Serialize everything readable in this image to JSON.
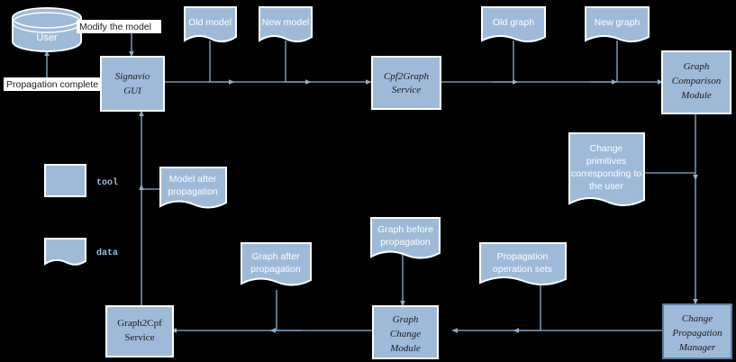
{
  "diagram": {
    "title": "Change propagation architecture flow",
    "background_color": "#000000",
    "node_fill": "#9dbbd8",
    "node_stroke": "#ffffff",
    "edge_color": "#8fb0cd",
    "legend_text_color": "#9dbbd8"
  },
  "legend": {
    "items": [
      {
        "shape": "rectangle",
        "label": "tool"
      },
      {
        "shape": "document",
        "label": "data"
      }
    ]
  },
  "tools": [
    {
      "id": "signavio",
      "lines": [
        "Signavio",
        "GUI"
      ],
      "style": "italic"
    },
    {
      "id": "cpf2graph",
      "lines": [
        "Cpf2Graph",
        "Service"
      ],
      "style": "italic"
    },
    {
      "id": "graphcompare",
      "lines": [
        "Graph",
        "Comparison",
        "Module"
      ],
      "style": "italic"
    },
    {
      "id": "graph2cpf",
      "lines": [
        "Graph2Cpf",
        "Service"
      ],
      "style": "plain"
    },
    {
      "id": "graphchange",
      "lines": [
        "Graph",
        "Change",
        "Module"
      ],
      "style": "italic"
    },
    {
      "id": "changeprop",
      "lines": [
        "Change",
        "Propagation",
        "Manager"
      ],
      "style": "italic"
    }
  ],
  "datastore": {
    "id": "user",
    "label": "User",
    "shape": "cylinder"
  },
  "documents": [
    {
      "id": "old-model",
      "lines": [
        "Old model"
      ]
    },
    {
      "id": "new-model",
      "lines": [
        "New model"
      ]
    },
    {
      "id": "old-graph",
      "lines": [
        "Old graph"
      ]
    },
    {
      "id": "new-graph",
      "lines": [
        "New graph"
      ]
    },
    {
      "id": "change-prims",
      "lines": [
        "Change",
        "primitives",
        "corresponding to",
        "the user"
      ]
    },
    {
      "id": "model-after",
      "lines": [
        "Model after",
        "propagation"
      ]
    },
    {
      "id": "graph-before",
      "lines": [
        "Graph before",
        "propagation"
      ]
    },
    {
      "id": "graph-after",
      "lines": [
        "Graph after",
        "propagation"
      ]
    },
    {
      "id": "prop-op-sets",
      "lines": [
        "Propagation",
        "operation sets"
      ]
    }
  ],
  "edge_labels": [
    {
      "id": "modify-the-model",
      "text": "Modify the model"
    },
    {
      "id": "propagation-complete",
      "text": "Propagation complete"
    }
  ]
}
